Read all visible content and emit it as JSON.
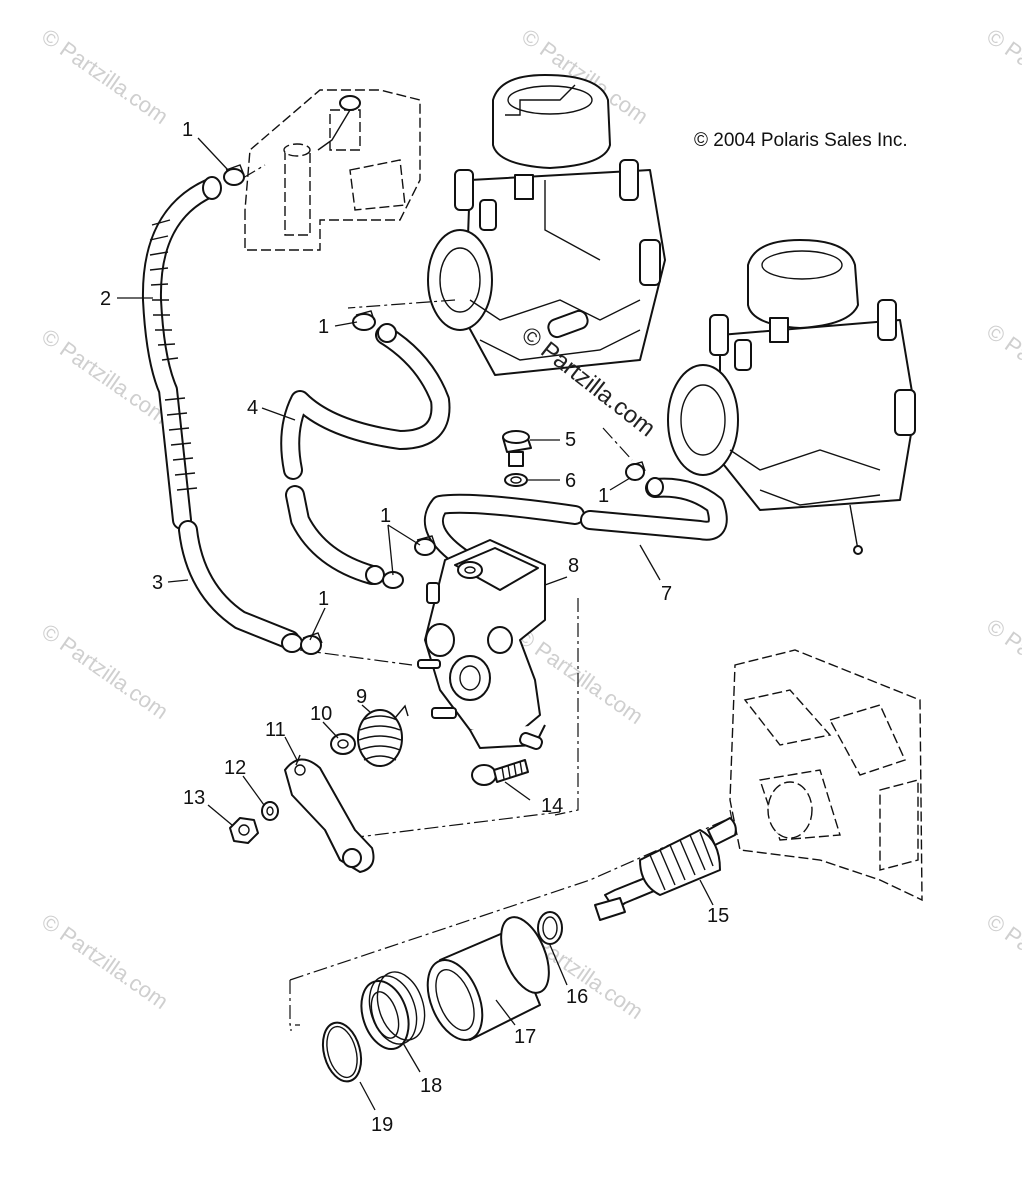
{
  "copyright": "© 2004 Polaris Sales Inc.",
  "watermark": "© Partzilla.com",
  "callouts": [
    {
      "id": "c1a",
      "text": "1"
    },
    {
      "id": "c1b",
      "text": "1"
    },
    {
      "id": "c1c",
      "text": "1"
    },
    {
      "id": "c1d",
      "text": "1"
    },
    {
      "id": "c1e",
      "text": "1"
    },
    {
      "id": "c2",
      "text": "2"
    },
    {
      "id": "c3",
      "text": "3"
    },
    {
      "id": "c4",
      "text": "4"
    },
    {
      "id": "c5",
      "text": "5"
    },
    {
      "id": "c6",
      "text": "6"
    },
    {
      "id": "c7",
      "text": "7"
    },
    {
      "id": "c8",
      "text": "8"
    },
    {
      "id": "c9",
      "text": "9"
    },
    {
      "id": "c10",
      "text": "10"
    },
    {
      "id": "c11",
      "text": "11"
    },
    {
      "id": "c12",
      "text": "12"
    },
    {
      "id": "c13",
      "text": "13"
    },
    {
      "id": "c14",
      "text": "14"
    },
    {
      "id": "c15",
      "text": "15"
    },
    {
      "id": "c16",
      "text": "16"
    },
    {
      "id": "c17",
      "text": "17"
    },
    {
      "id": "c18",
      "text": "18"
    },
    {
      "id": "c19",
      "text": "19"
    }
  ]
}
